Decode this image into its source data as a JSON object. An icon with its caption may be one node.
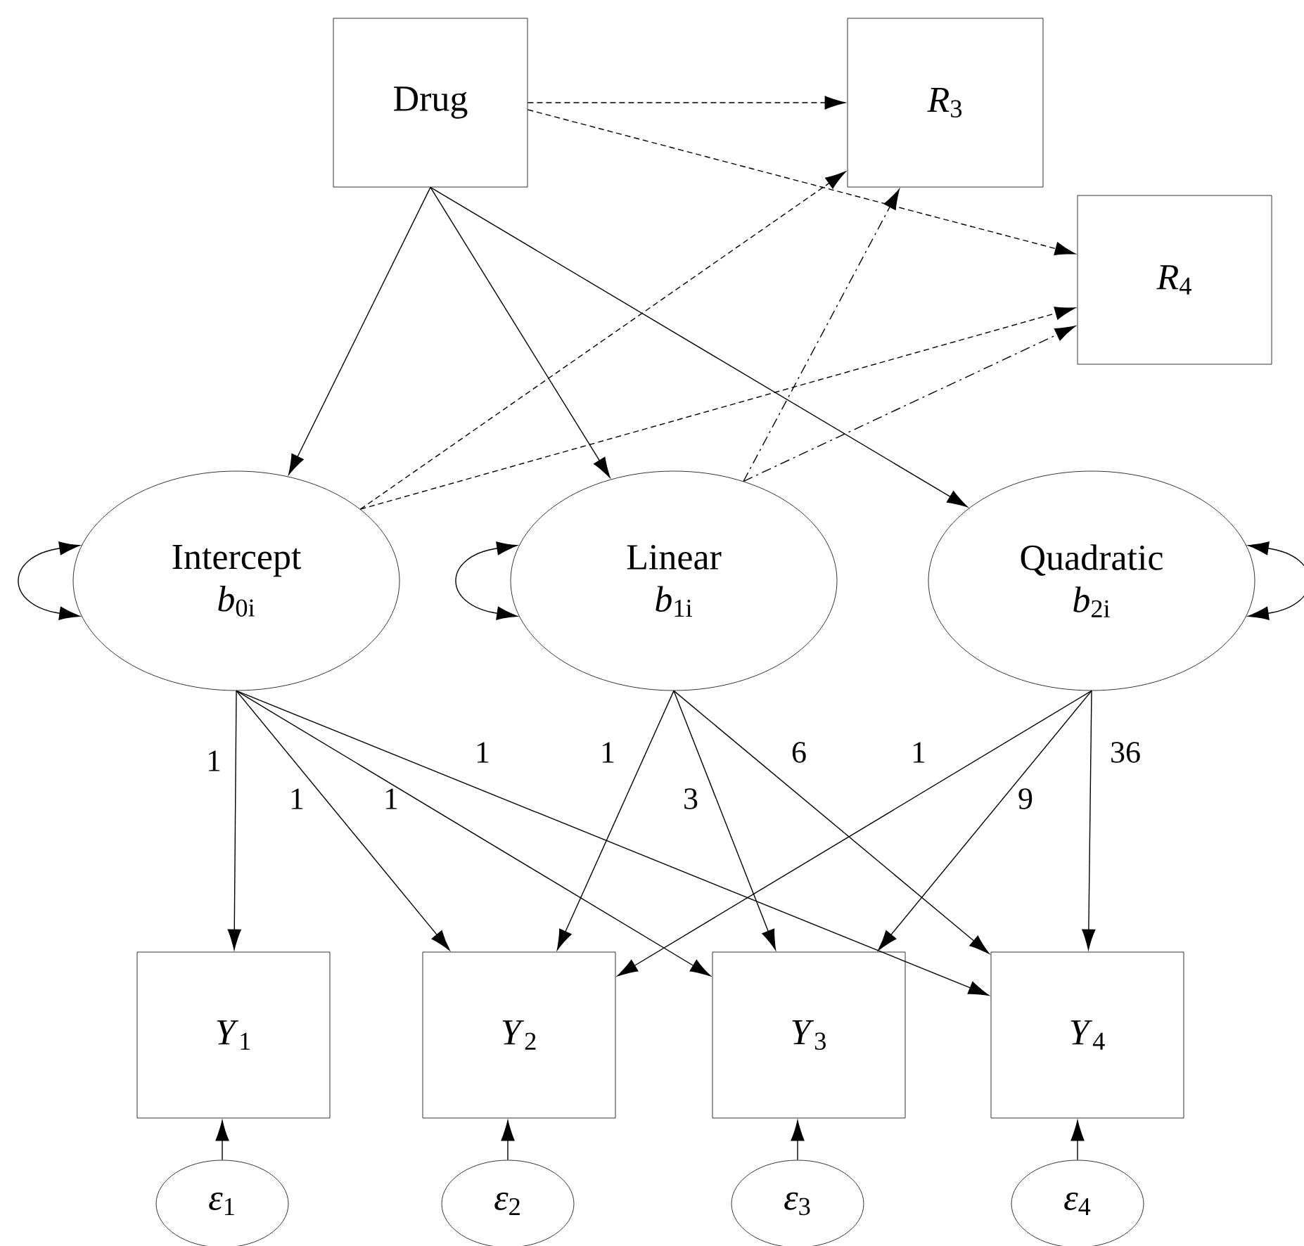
{
  "diagram": {
    "nodes": [
      {
        "text": [
          "Drug"
        ]
      },
      {
        "text": [
          "*R*$_{3}$"
        ]
      },
      {
        "text": [
          "*R*$_{4}$"
        ]
      },
      {
        "text": [
          "Intercept",
          "*b*$_{0i}$"
        ]
      },
      {
        "text": [
          "Linear",
          "*b*$_{1i}$"
        ]
      },
      {
        "text": [
          "Quadratic",
          "*b*$_{2i}$"
        ]
      },
      {
        "text": [
          "*Y*$_{1}$"
        ]
      },
      {
        "text": [
          "*Y*$_{2}$"
        ]
      },
      {
        "text": [
          "*Y*$_{3}$"
        ]
      },
      {
        "text": [
          "*Y*$_{4}$"
        ]
      },
      {
        "text": [
          "*ε*$_{1}$"
        ]
      },
      {
        "text": [
          "*ε*$_{2}$"
        ]
      },
      {
        "text": [
          "*ε*$_{3}$"
        ]
      },
      {
        "text": [
          "*ε*$_{4}$"
        ]
      }
    ],
    "edges": [
      {
        "from": 0,
        "to": 1,
        "arrow": "to",
        "style": "dashed"
      },
      {
        "from": 0,
        "to": 2,
        "arrow": "to",
        "style": "dashed"
      },
      {
        "from": 0,
        "to": 3,
        "arrow": "to"
      },
      {
        "from": 0,
        "to": 4,
        "arrow": "to"
      },
      {
        "from": 0,
        "to": 5,
        "arrow": "to"
      },
      {
        "from": 3,
        "to": 1,
        "arrow": "to",
        "style": "dashed"
      },
      {
        "from": 3,
        "to": 2,
        "arrow": "to",
        "style": "dashed"
      },
      {
        "from": 4,
        "to": 1,
        "arrow": "to",
        "style": "dashed"
      },
      {
        "from": 4,
        "to": 2,
        "arrow": "to",
        "style": "dashed"
      },
      {
        "from": 3,
        "to": 3,
        "arrow": "both"
      },
      {
        "from": 4,
        "to": 4,
        "arrow": "both"
      },
      {
        "from": 5,
        "to": 5,
        "arrow": "both"
      },
      {
        "from": 3,
        "to": 6,
        "arrow": "to",
        "label": "1"
      },
      {
        "from": 3,
        "to": 7,
        "arrow": "to",
        "label": "1"
      },
      {
        "from": 3,
        "to": 8,
        "arrow": "to",
        "label": "1"
      },
      {
        "from": 3,
        "to": 9,
        "arrow": "to",
        "label": "1"
      },
      {
        "from": 4,
        "to": 7,
        "arrow": "to",
        "label": "1"
      },
      {
        "from": 4,
        "to": 8,
        "arrow": "to",
        "label": "3"
      },
      {
        "from": 4,
        "to": 9,
        "arrow": "to",
        "label": "6"
      },
      {
        "from": 5,
        "to": 7,
        "arrow": "to",
        "label": "1"
      },
      {
        "from": 5,
        "to": 8,
        "arrow": "to",
        "label": "9"
      },
      {
        "from": 5,
        "to": 9,
        "arrow": "to",
        "label": "36"
      },
      {
        "from": 10,
        "to": 6,
        "arrow": "to"
      },
      {
        "from": 11,
        "to": 7,
        "arrow": "to"
      },
      {
        "from": 12,
        "to": 8,
        "arrow": "to"
      },
      {
        "from": 13,
        "to": 9,
        "arrow": "to"
      }
    ]
  }
}
